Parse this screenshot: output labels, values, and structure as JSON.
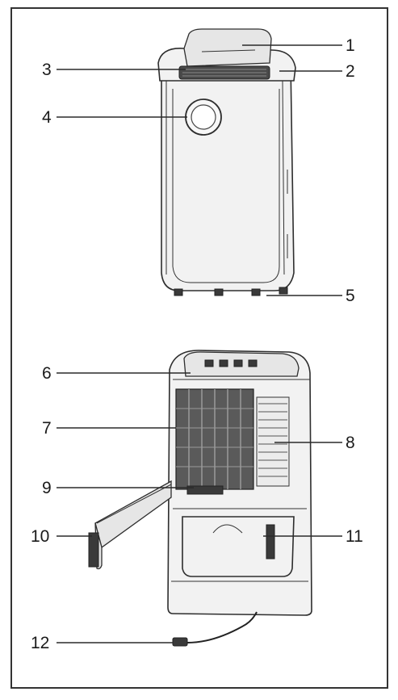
{
  "callouts": [
    "1",
    "2",
    "3",
    "4",
    "5",
    "6",
    "7",
    "8",
    "9",
    "10",
    "11",
    "12"
  ],
  "colors": {
    "frame": "#333333",
    "line": "#2a2a2a",
    "fill_light": "#f2f2f2",
    "fill_mid": "#e6e6e6",
    "fill_dark": "#3a3a3a"
  }
}
